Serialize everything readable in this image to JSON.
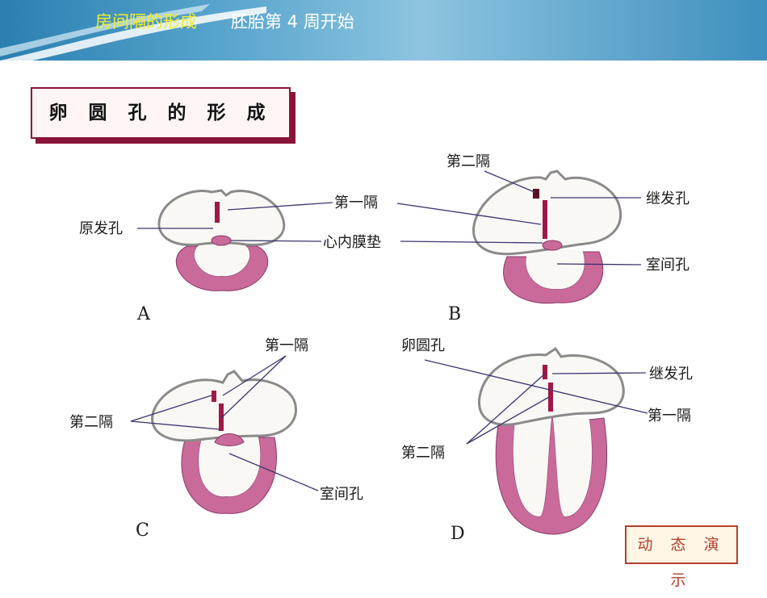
{
  "header": {
    "title_main": "房间隔的形成",
    "title_sub": "胚胎第 4 周开始"
  },
  "title_box": "卵 圆 孔 的 形 成",
  "animation_button": "动 态 演 示",
  "panels": {
    "A": {
      "letter": "A",
      "labels": {
        "septum_primum": "第一隔",
        "foramen_primum": "原发孔",
        "endocardial_cushion": "心内膜垫"
      }
    },
    "B": {
      "letter": "B",
      "labels": {
        "septum_secundum": "第二隔",
        "foramen_secundum": "继发孔",
        "interventricular_foramen": "室间孔"
      }
    },
    "C": {
      "letter": "C",
      "labels": {
        "septum_primum": "第一隔",
        "septum_secundum": "第二隔",
        "interventricular_foramen": "室间孔"
      }
    },
    "D": {
      "letter": "D",
      "labels": {
        "foramen_ovale": "卵圆孔",
        "foramen_secundum": "继发孔",
        "septum_primum": "第一隔",
        "septum_secundum": "第二隔"
      }
    }
  },
  "colors": {
    "header_title": "#f4ee2a",
    "header_subtitle": "#ffffff",
    "title_border": "#8a1438",
    "myocardium": "#c96a9a",
    "atrium_wall": "#8a8a8a",
    "septum": "#a01848",
    "button": "#b3412e",
    "leader_line": "#3a3470"
  }
}
